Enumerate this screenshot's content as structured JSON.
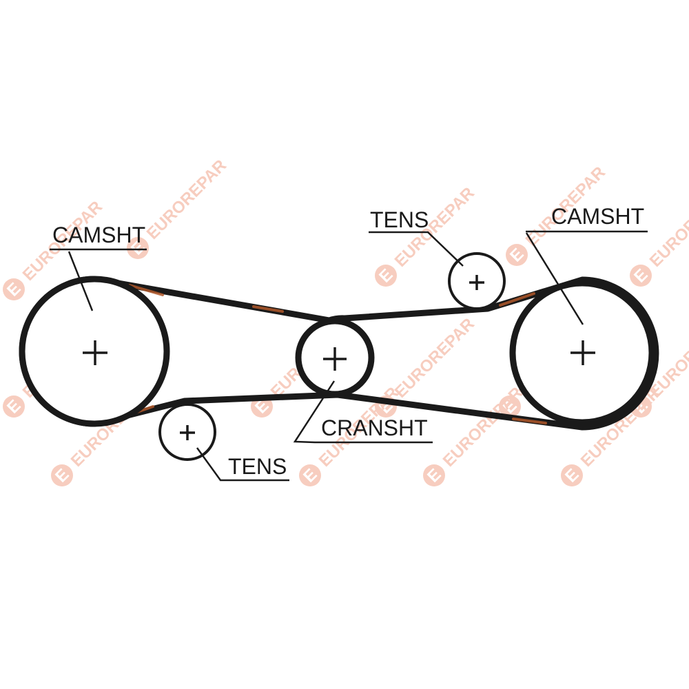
{
  "watermark": {
    "text": "EUROREPAR",
    "color": "#f0a48a",
    "logo_icon": "eurorepar-e-circle-logo"
  },
  "diagram": {
    "labels": {
      "camshaft_left": "CAMSHT",
      "camshaft_right": "CAMSHT",
      "tensioner_top": "TENS",
      "tensioner_bottom": "TENS",
      "crankshaft": "CRANSHT"
    },
    "colors": {
      "line": "#1a1a1a",
      "belt_highlight": "#b0582a",
      "background": "#ffffff"
    }
  }
}
